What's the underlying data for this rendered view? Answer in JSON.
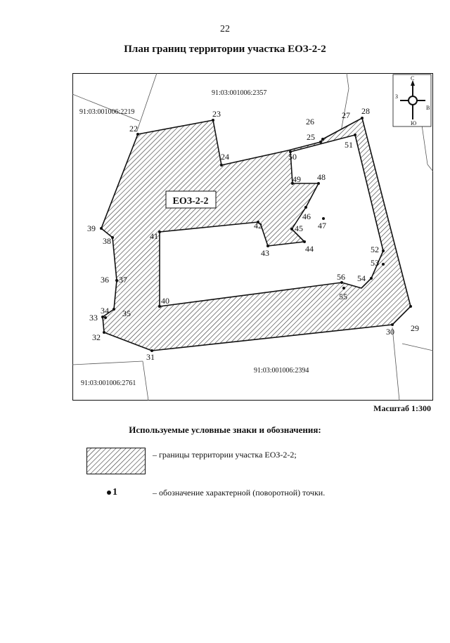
{
  "page": {
    "number": "22",
    "title": "План границ территории участка ЕОЗ-2-2"
  },
  "map": {
    "zone_label": "ЕОЗ-2-2",
    "parcels": [
      "91:03:001006:2357",
      "91:03:001006:2219",
      "91:03:001006:2394",
      "91:03:001006:2761"
    ],
    "points": [
      "22",
      "23",
      "24",
      "25",
      "26",
      "27",
      "28",
      "29",
      "30",
      "31",
      "32",
      "33",
      "34",
      "35",
      "36",
      "37",
      "38",
      "39",
      "40",
      "41",
      "42",
      "43",
      "44",
      "45",
      "46",
      "47",
      "48",
      "49",
      "50",
      "51",
      "52",
      "53",
      "54",
      "55",
      "56"
    ],
    "compass": {
      "north": "С",
      "south": "Ю",
      "west": "З",
      "east": "В"
    },
    "colors": {
      "line": "#111111",
      "hatch": "#333333",
      "parcel_line": "#555555",
      "label_box": "#ffffff"
    }
  },
  "scale": "Масштаб 1:300",
  "legend": {
    "title": "Используемые условные знаки и обозначения:",
    "items": [
      {
        "symbol": "hatched-area",
        "text": "– границы территории участка ЕОЗ-2-2;"
      },
      {
        "symbol": "1",
        "text": "– обозначение характерной (поворотной) точки."
      }
    ]
  }
}
